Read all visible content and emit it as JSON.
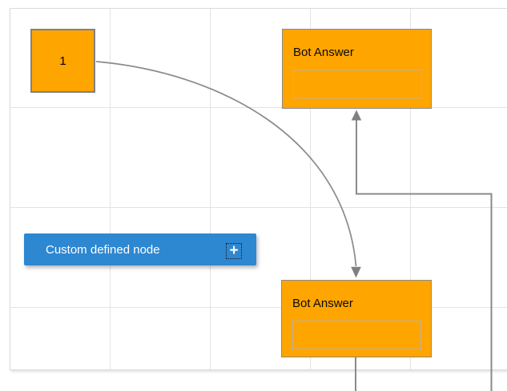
{
  "diagram": {
    "nodes": {
      "source": {
        "label": "1",
        "type": "square"
      },
      "bot_top": {
        "title": "Bot Answer",
        "input_value": ""
      },
      "bot_bottom": {
        "title": "Bot Answer",
        "input_value": ""
      },
      "custom": {
        "label": "Custom defined node",
        "plus_glyph": "+"
      }
    },
    "connections": [
      {
        "from": "source",
        "to": "bot_bottom",
        "style": "bezier",
        "arrow_at": "target"
      },
      {
        "from": "bot_bottom",
        "to": "bot_top",
        "style": "orthogonal",
        "arrow_at": "target"
      }
    ],
    "colors": {
      "node_fill_orange": "#FFA500",
      "node_border_gray": "#8a8a8a",
      "inner_box_border": "#b3b3b3",
      "custom_node_blue": "#2E87D1",
      "connector_gray": "#8a8a8a",
      "grid_line": "#e3e3e3",
      "text_on_orange": "#000000",
      "text_on_blue": "#ffffff"
    }
  }
}
